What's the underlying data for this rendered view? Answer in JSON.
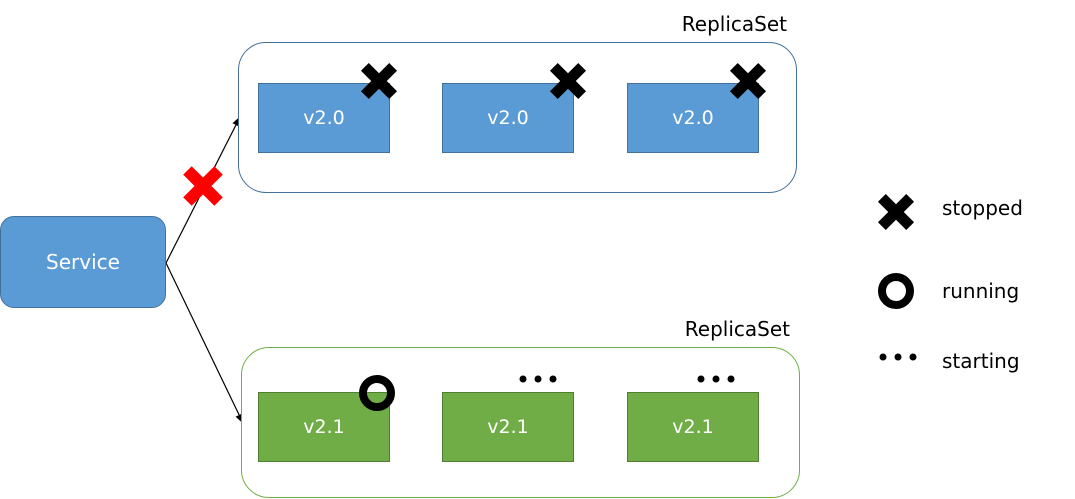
{
  "service": {
    "label": "Service"
  },
  "replica_sets": [
    {
      "label": "ReplicaSet",
      "pods": [
        {
          "label": "v2.0",
          "status": "stopped"
        },
        {
          "label": "v2.0",
          "status": "stopped"
        },
        {
          "label": "v2.0",
          "status": "stopped"
        }
      ]
    },
    {
      "label": "ReplicaSet",
      "pods": [
        {
          "label": "v2.1",
          "status": "running"
        },
        {
          "label": "v2.1",
          "status": "starting"
        },
        {
          "label": "v2.1",
          "status": "starting"
        }
      ]
    }
  ],
  "connections": [
    {
      "from": "Service",
      "to": "ReplicaSet 1",
      "state": "blocked"
    },
    {
      "from": "Service",
      "to": "ReplicaSet 2",
      "state": "active"
    }
  ],
  "legend": [
    {
      "icon": "x-icon",
      "label": "stopped"
    },
    {
      "icon": "circle-icon",
      "label": "running"
    },
    {
      "icon": "dots-icon",
      "label": "starting"
    }
  ],
  "colors": {
    "service_fill": "#5b9bd5",
    "v20_fill": "#5b9bd5",
    "v20_border": "#41719c",
    "v21_fill": "#70ad47",
    "v21_border": "#507e32",
    "rs1_border": "#41719c",
    "rs2_border": "#70ad47",
    "blocked_mark": "#ff0000",
    "mark": "#000000"
  }
}
